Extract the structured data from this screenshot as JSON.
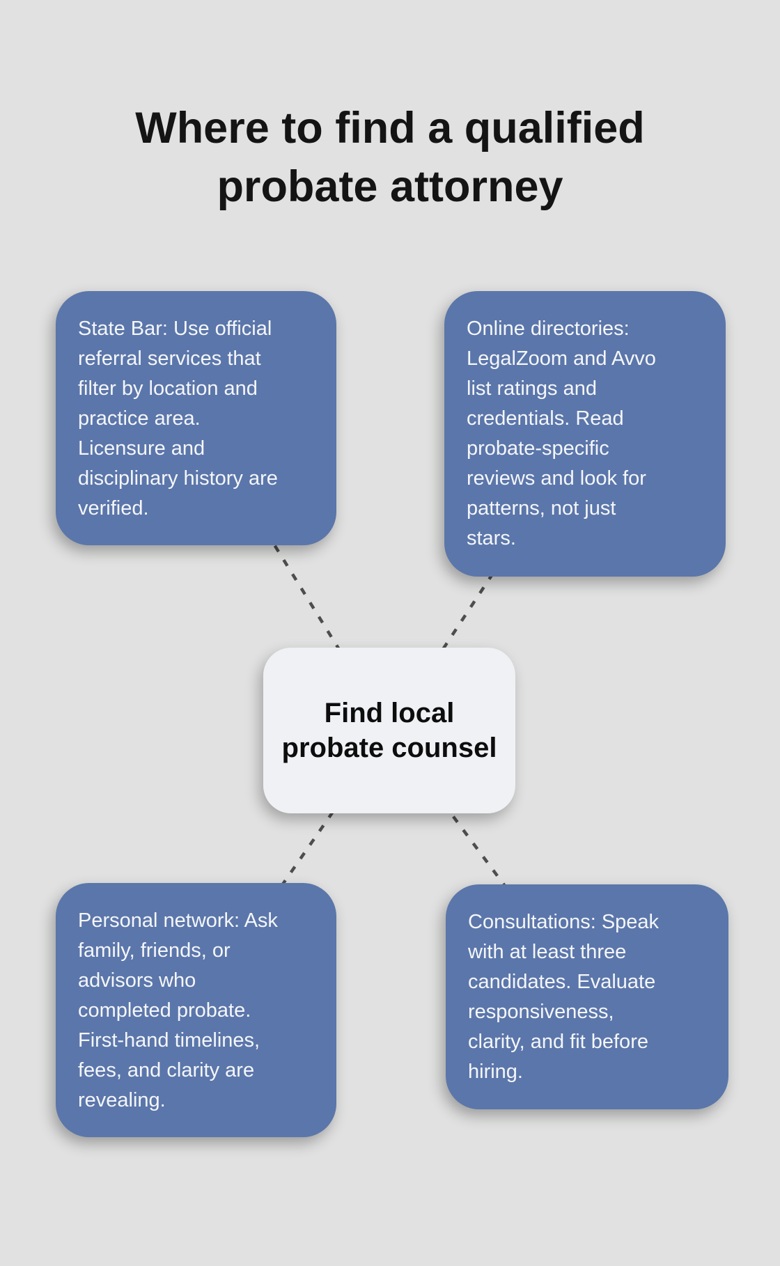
{
  "title": "Where to find a qualified\nprobate attorney",
  "center_node": {
    "label": "Find local\nprobate counsel"
  },
  "nodes": [
    {
      "id": "state-bar",
      "text": "State Bar: Use official\nreferral services that\nfilter by location and\npractice area.\nLicensure and\ndisciplinary history are\nverified."
    },
    {
      "id": "online-directories",
      "text": "Online directories:\nLegalZoom and Avvo\nlist ratings and\ncredentials. Read\nprobate-specific\nreviews and look for\npatterns, not just\nstars."
    },
    {
      "id": "personal-network",
      "text": "Personal network: Ask\nfamily, friends, or\nadvisors who\ncompleted probate.\nFirst-hand timelines,\nfees, and clarity are\nrevealing."
    },
    {
      "id": "consultations",
      "text": "Consultations: Speak\nwith at least three\ncandidates. Evaluate\nresponsiveness,\nclarity, and fit before\nhiring."
    }
  ],
  "colors": {
    "page-bg": "#e0e1e0",
    "accent": "#5b76aa",
    "node-text": "#f4f6f9",
    "center-bg": "#eff1f4",
    "center-text": "#0d0d0d",
    "title-color": "#141414",
    "connector": "#4d4d4d"
  }
}
